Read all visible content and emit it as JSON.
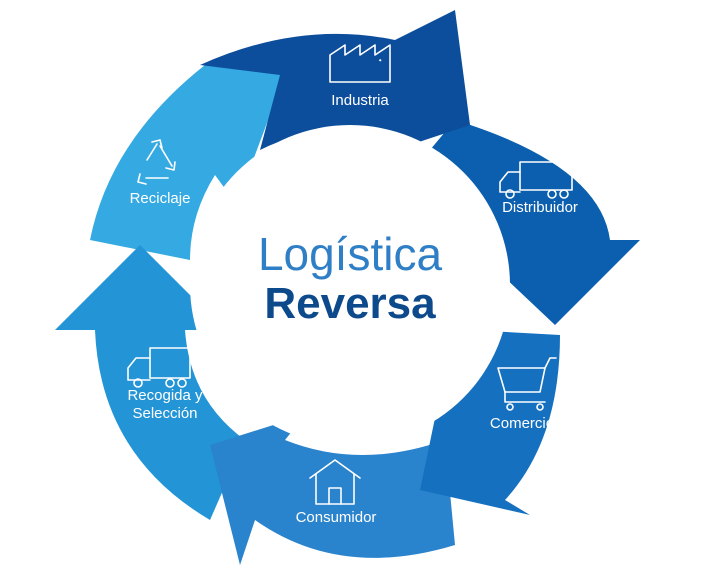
{
  "center": {
    "line1": "Logística",
    "line2": "Reversa"
  },
  "steps": [
    {
      "label": "Industria",
      "icon": "factory-icon",
      "color": "#0c4e9c"
    },
    {
      "label": "Distribuidor",
      "icon": "truck-icon",
      "color": "#0b5fae"
    },
    {
      "label": "Comercio",
      "icon": "shopping-cart-icon",
      "color": "#1570bf"
    },
    {
      "label": "Consumidor",
      "icon": "house-icon",
      "color": "#2a84cd"
    },
    {
      "label": "Recogida y",
      "label2": "Selección",
      "icon": "garbage-truck-icon",
      "color": "#2394d6"
    },
    {
      "label": "Reciclaje",
      "icon": "recycle-icon",
      "color": "#35a9e1"
    }
  ]
}
